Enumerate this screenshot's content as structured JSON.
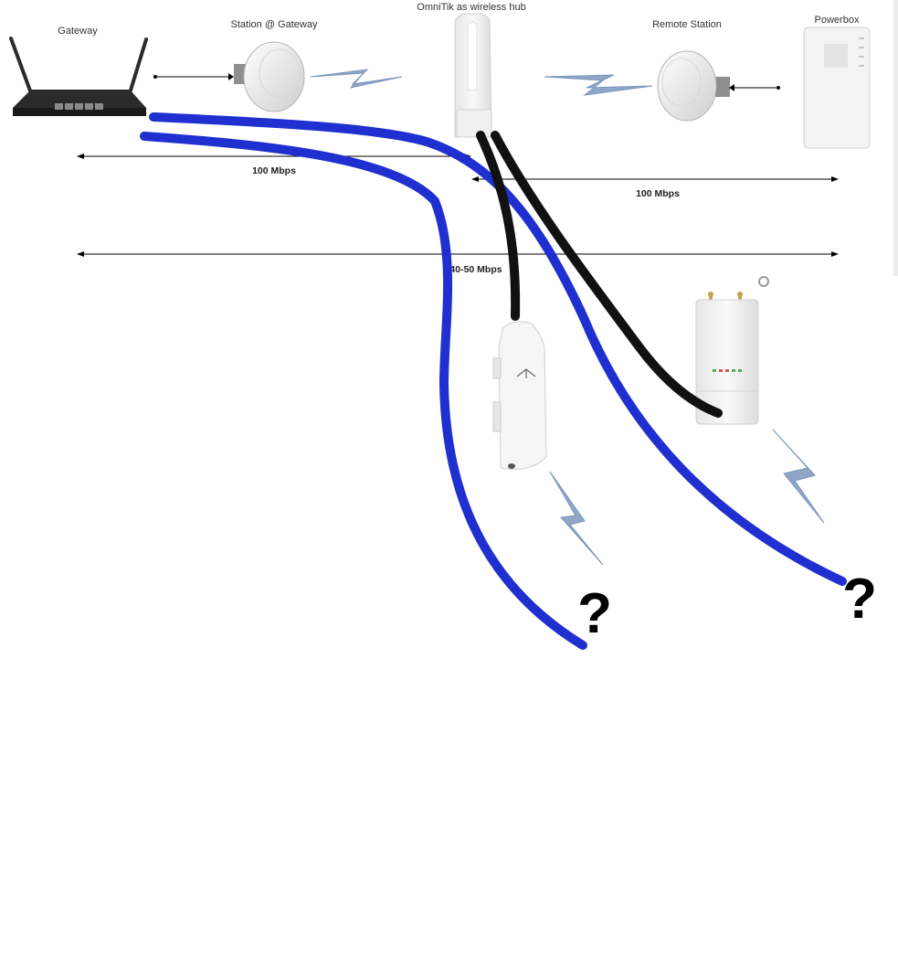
{
  "labels": {
    "gateway": "Gateway",
    "station_gateway": "Station @ Gateway",
    "hub": "OmniTik as wireless hub",
    "remote_station": "Remote Station",
    "powerbox": "Powerbox"
  },
  "speeds": {
    "gateway_to_hub": "100 Mbps",
    "hub_to_powerbox": "100 Mbps",
    "end_to_end": "40-50 Mbps"
  },
  "unknowns": {
    "left": "?",
    "right": "?"
  },
  "colors": {
    "route_blue": "#1f2fd0",
    "cable_black": "#111111",
    "wireless_bolt": "#8fa6c6",
    "device_white": "#f2f2f2",
    "router_dark": "#2b2b2b"
  },
  "icons": {
    "gateway": "router-icon",
    "station_gateway": "dish-antenna-icon",
    "hub": "omni-antenna-icon",
    "remote_station": "dish-antenna-icon",
    "powerbox": "powerbox-icon",
    "nanostation": "sector-antenna-icon",
    "rocket": "rocket-radio-icon",
    "wireless": "lightning-bolt-icon"
  }
}
